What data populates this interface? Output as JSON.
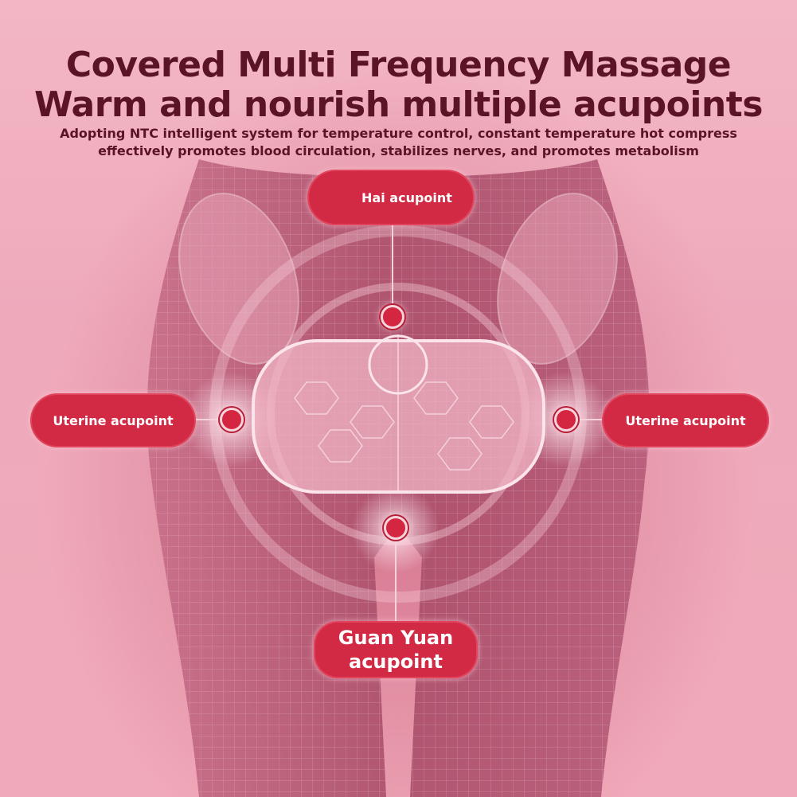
{
  "header": {
    "title_line1": "Covered Multi Frequency Massage",
    "title_line2": "Warm and nourish multiple acupoints",
    "subtitle_line1": "Adopting NTC intelligent system for temperature control, constant temperature hot compress",
    "subtitle_line2": "effectively promotes blood circulation, stabilizes nerves, and promotes metabolism"
  },
  "acupoints": [
    {
      "id": "hai",
      "label": "Hai acupoint"
    },
    {
      "id": "uterine-left",
      "label": "Uterine acupoint"
    },
    {
      "id": "uterine-right",
      "label": "Uterine acupoint"
    },
    {
      "id": "guan-yuan",
      "label_line1": "Guan Yuan",
      "label_line2": "acupoint"
    }
  ],
  "colors": {
    "background": "#f3b3c2",
    "title_text": "#5a1426",
    "pill": "#d22a44",
    "pill_text": "#ffffff",
    "dot": "#d42640"
  }
}
